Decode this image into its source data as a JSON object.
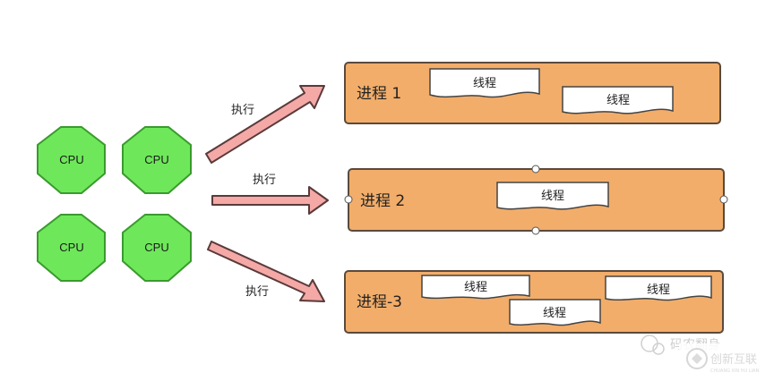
{
  "cpus": [
    "CPU",
    "CPU",
    "CPU",
    "CPU"
  ],
  "arrows": [
    "执行",
    "执行",
    "执行"
  ],
  "processes": [
    {
      "name": "进程 1",
      "threads": [
        "线程",
        "线程"
      ]
    },
    {
      "name": "进程 2",
      "threads": [
        "线程"
      ]
    },
    {
      "name": "进程-3",
      "threads": [
        "线程",
        "线程",
        "线程"
      ]
    }
  ],
  "watermark": {
    "wechat_text": "码农翻身",
    "logo_text": "创新互联",
    "logo_sub": "CHUANG XIN HU LIAN"
  },
  "colors": {
    "cpu_fill": "#6ee85a",
    "cpu_stroke": "#3a9a2e",
    "process_fill": "#f2ad6a",
    "process_stroke": "#5a4a3c",
    "arrow_fill": "#f4a9a7",
    "arrow_stroke": "#5a3a3a",
    "thread_fill": "#ffffff",
    "thread_stroke": "#444444"
  }
}
